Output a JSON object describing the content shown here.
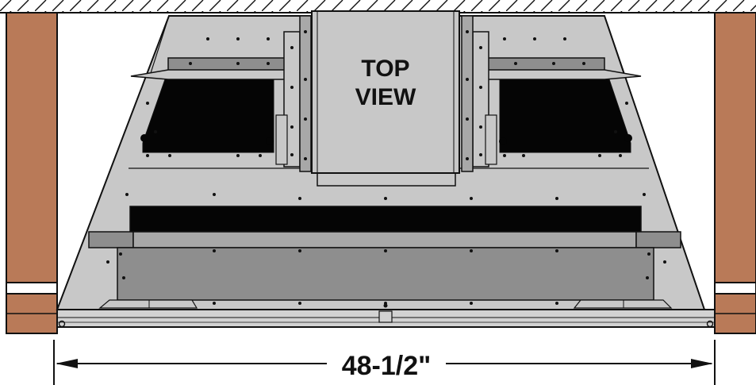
{
  "view_label": {
    "line1": "TOP",
    "line2": "VIEW"
  },
  "dimension": {
    "text": "48-1/2\""
  },
  "colors": {
    "brick": "#b97a58",
    "metal_light": "#c8c8c8",
    "metal_mid": "#a8a8a8",
    "metal_dark": "#8e8e8e",
    "opening": "#050505",
    "outline": "#111111"
  }
}
